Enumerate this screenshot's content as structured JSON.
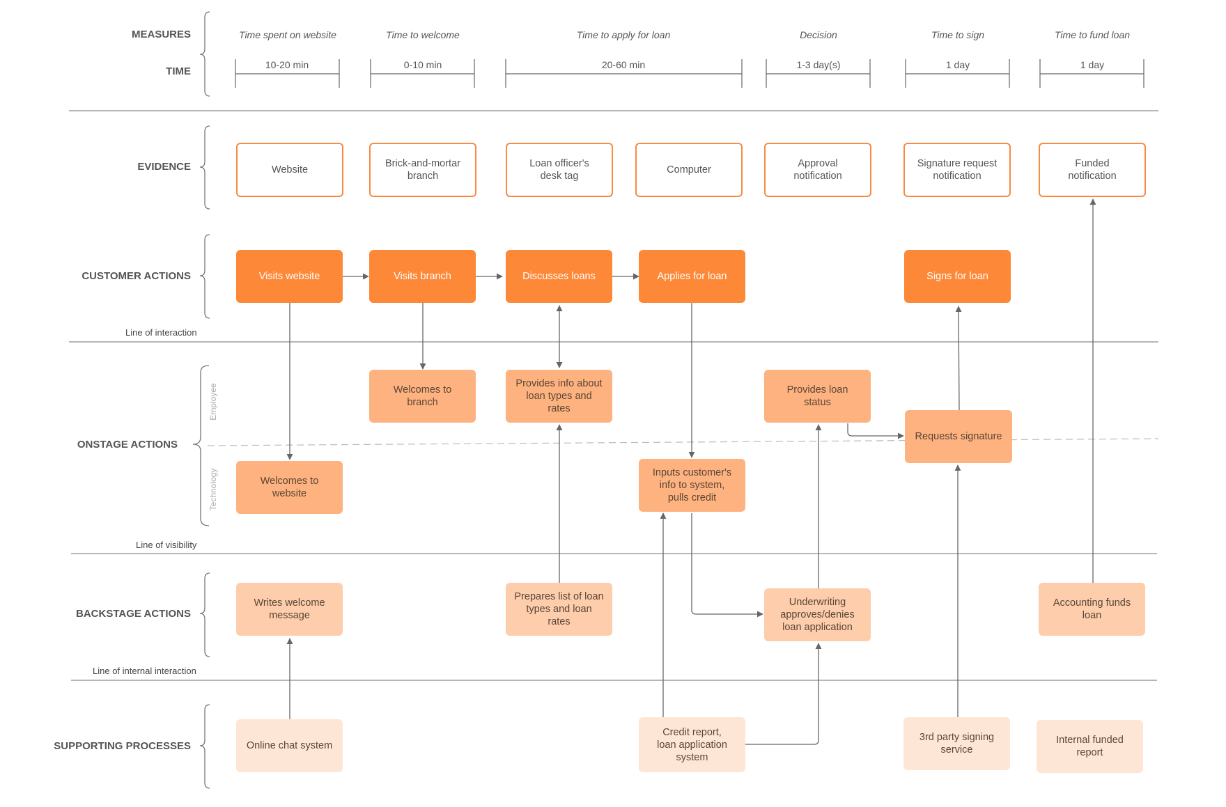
{
  "rows": {
    "measures": "MEASURES",
    "time": "TIME",
    "evidence": "EVIDENCE",
    "customer_actions": "CUSTOMER ACTIONS",
    "onstage_actions": "ONSTAGE ACTIONS",
    "backstage_actions": "BACKSTAGE ACTIONS",
    "supporting_processes": "SUPPORTING PROCESSES"
  },
  "lines": {
    "interaction": "Line of interaction",
    "visibility": "Line of visibility",
    "internal_interaction": "Line of internal interaction"
  },
  "lanes": {
    "employee": "Employee",
    "technology": "Technology"
  },
  "measures": [
    {
      "label": "Time spent on website",
      "time": "10-20 min"
    },
    {
      "label": "Time to welcome",
      "time": "0-10 min"
    },
    {
      "label": "Time to apply for loan",
      "time": "20-60 min"
    },
    {
      "label": "Decision",
      "time": "1-3 day(s)"
    },
    {
      "label": "Time to sign",
      "time": "1 day"
    },
    {
      "label": "Time to fund loan",
      "time": "1 day"
    }
  ],
  "evidence": [
    "Website",
    "Brick-and-mortar\nbranch",
    "Loan officer's\ndesk tag",
    "Computer",
    "Approval\nnotification",
    "Signature request\nnotification",
    "Funded\nnotification"
  ],
  "customer_actions": [
    "Visits website",
    "Visits branch",
    "Discusses loans",
    "Applies for loan",
    "Signs for loan"
  ],
  "onstage_actions": [
    "Welcomes to\nbranch",
    "Provides info about\nloan types and\nrates",
    "Provides loan\nstatus",
    "Requests signature",
    "Welcomes to\nwebsite",
    "Inputs customer's\ninfo to system,\npulls credit"
  ],
  "backstage_actions": [
    "Writes welcome\nmessage",
    "Prepares list of loan\ntypes and loan\nrates",
    "Underwriting\napproves/denies\nloan application",
    "Accounting funds\nloan"
  ],
  "supporting_processes": [
    "Online chat system",
    "Credit report,\nloan application\nsystem",
    "3rd party signing\nservice",
    "Internal funded\nreport"
  ],
  "colors": {
    "evidence_border": "#f88a43",
    "customer": "#fd8838",
    "onstage": "#fdb27f",
    "backstage": "#fdcdac",
    "support": "#fee6d6",
    "line": "#666666"
  }
}
